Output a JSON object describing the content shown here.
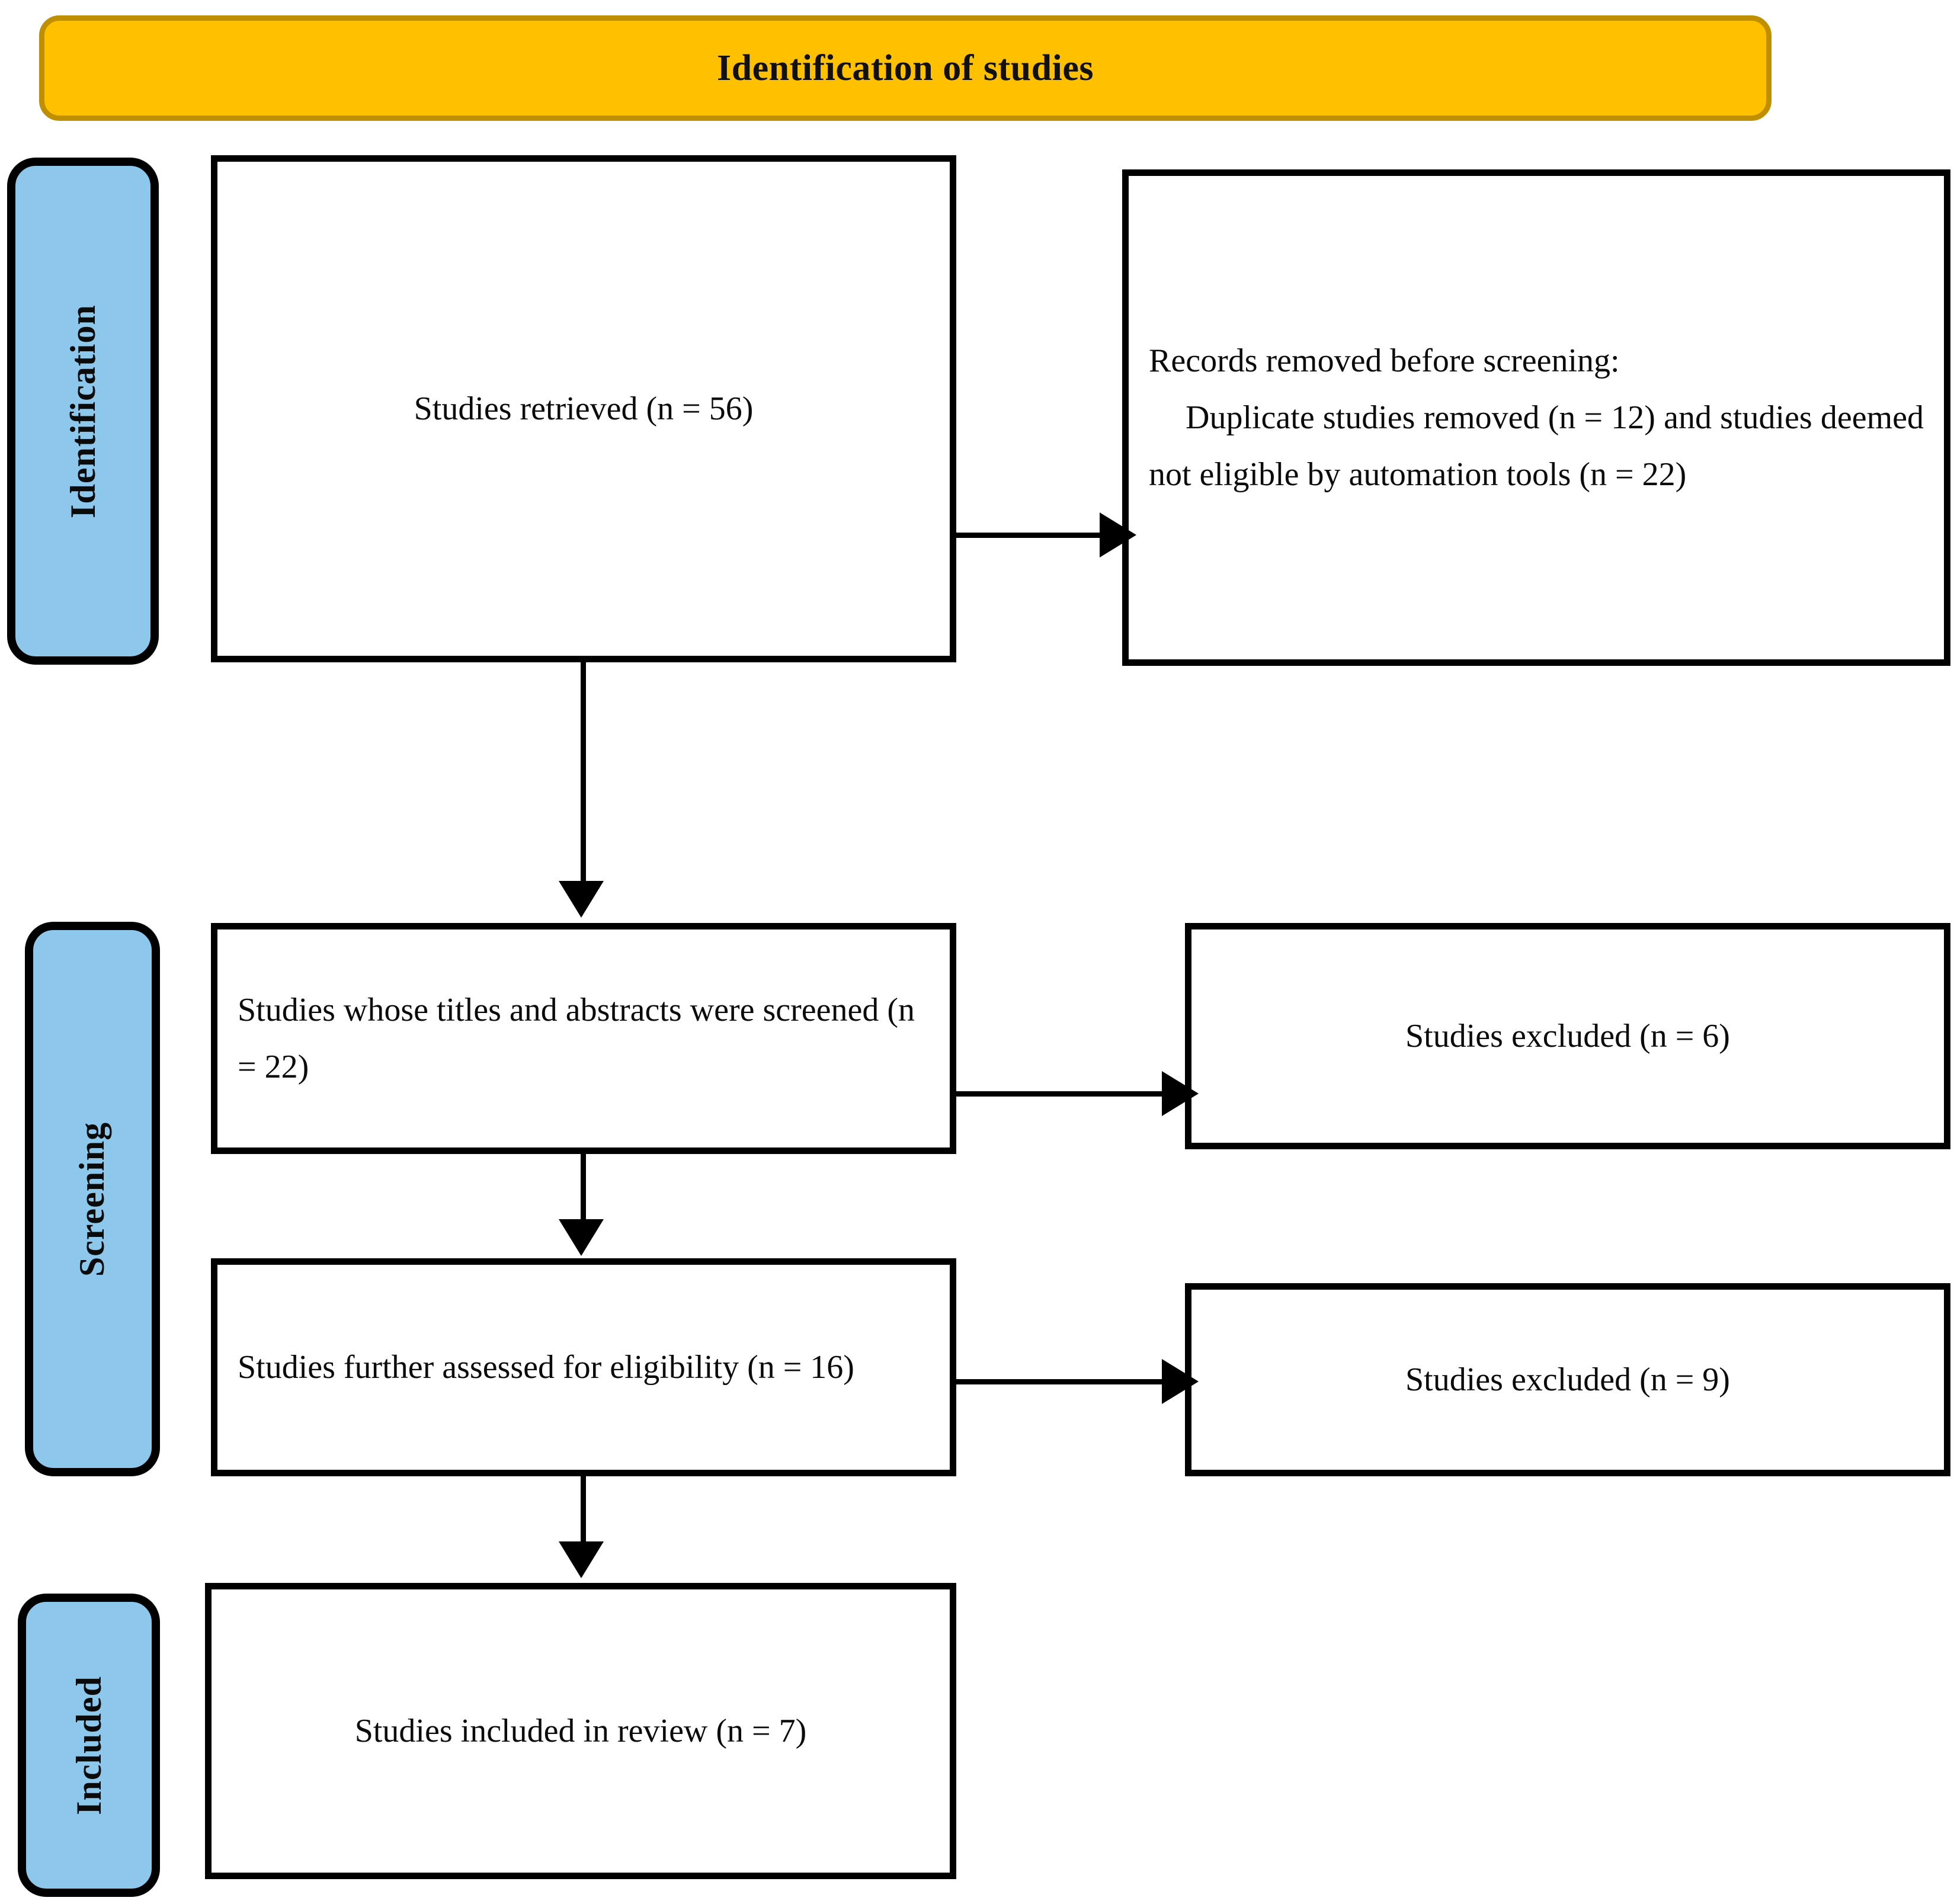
{
  "banner": {
    "title": "Identification of studies",
    "fill_color": "#FFC000",
    "border_color": "#BF8F00"
  },
  "stage_labels": [
    {
      "id": "identification",
      "label": "Identification",
      "fill_color": "#8DC8EC",
      "border_color": "#000000"
    },
    {
      "id": "screening",
      "label": "Screening",
      "fill_color": "#8DC8EC",
      "border_color": "#000000"
    },
    {
      "id": "included",
      "label": "Included",
      "fill_color": "#8DC8EC",
      "border_color": "#000000"
    }
  ],
  "boxes": {
    "retrieved": {
      "text": "Studies retrieved (n = 56)"
    },
    "removed": {
      "line1": "Records removed before screening:",
      "line2": "Duplicate studies removed (n = 12) and studies deemed not eligible by automation tools (n = 22)"
    },
    "screened": {
      "text": "Studies whose titles and abstracts were screened (n = 22)"
    },
    "excluded_6": {
      "text": "Studies excluded (n = 6)"
    },
    "assessed": {
      "text": "Studies further assessed for eligibility (n = 16)"
    },
    "excluded_9": {
      "text": "Studies excluded (n = 9)"
    },
    "included": {
      "text": "Studies included in review (n = 7)"
    }
  },
  "chart_data": {
    "type": "table",
    "title": "Identification of studies",
    "nodes": [
      {
        "stage": "Identification",
        "label": "Studies retrieved",
        "n": 56
      },
      {
        "stage": "Identification",
        "label": "Duplicate studies removed",
        "n": 12
      },
      {
        "stage": "Identification",
        "label": "Studies deemed not eligible by automation tools",
        "n": 22
      },
      {
        "stage": "Screening",
        "label": "Studies whose titles and abstracts were screened",
        "n": 22
      },
      {
        "stage": "Screening",
        "label": "Studies excluded (after title/abstract screening)",
        "n": 6
      },
      {
        "stage": "Screening",
        "label": "Studies further assessed for eligibility",
        "n": 16
      },
      {
        "stage": "Screening",
        "label": "Studies excluded (after full-text assessment)",
        "n": 9
      },
      {
        "stage": "Included",
        "label": "Studies included in review",
        "n": 7
      }
    ]
  }
}
